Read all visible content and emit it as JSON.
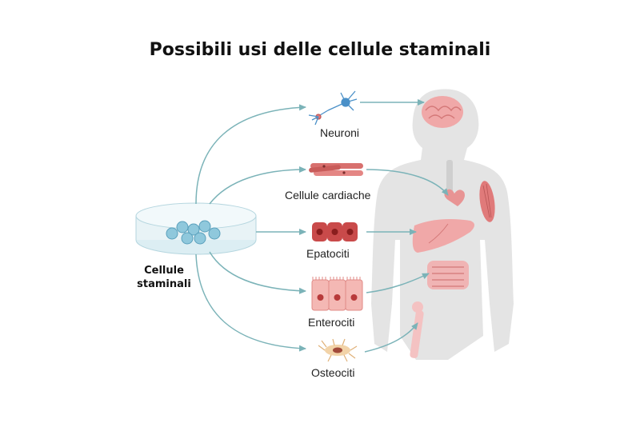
{
  "title": "Possibili usi delle cellule staminali",
  "source": {
    "line1": "Cellule",
    "line2": "staminali"
  },
  "cell_types": [
    {
      "label": "Neuroni",
      "target_organ": "brain"
    },
    {
      "label": "Cellule cardiache",
      "target_organ": "heart"
    },
    {
      "label": "Epatociti",
      "target_organ": "liver"
    },
    {
      "label": "Enterociti",
      "target_organ": "intestine"
    },
    {
      "label": "Osteociti",
      "target_organ": "bone"
    }
  ],
  "colors": {
    "arrow": "#7bb3b8",
    "body": "#e4e4e4",
    "organ": "#f0a8a8",
    "organ_dark": "#d47878",
    "dish": "#cfe6ee",
    "cell": "#8fc8dc"
  }
}
